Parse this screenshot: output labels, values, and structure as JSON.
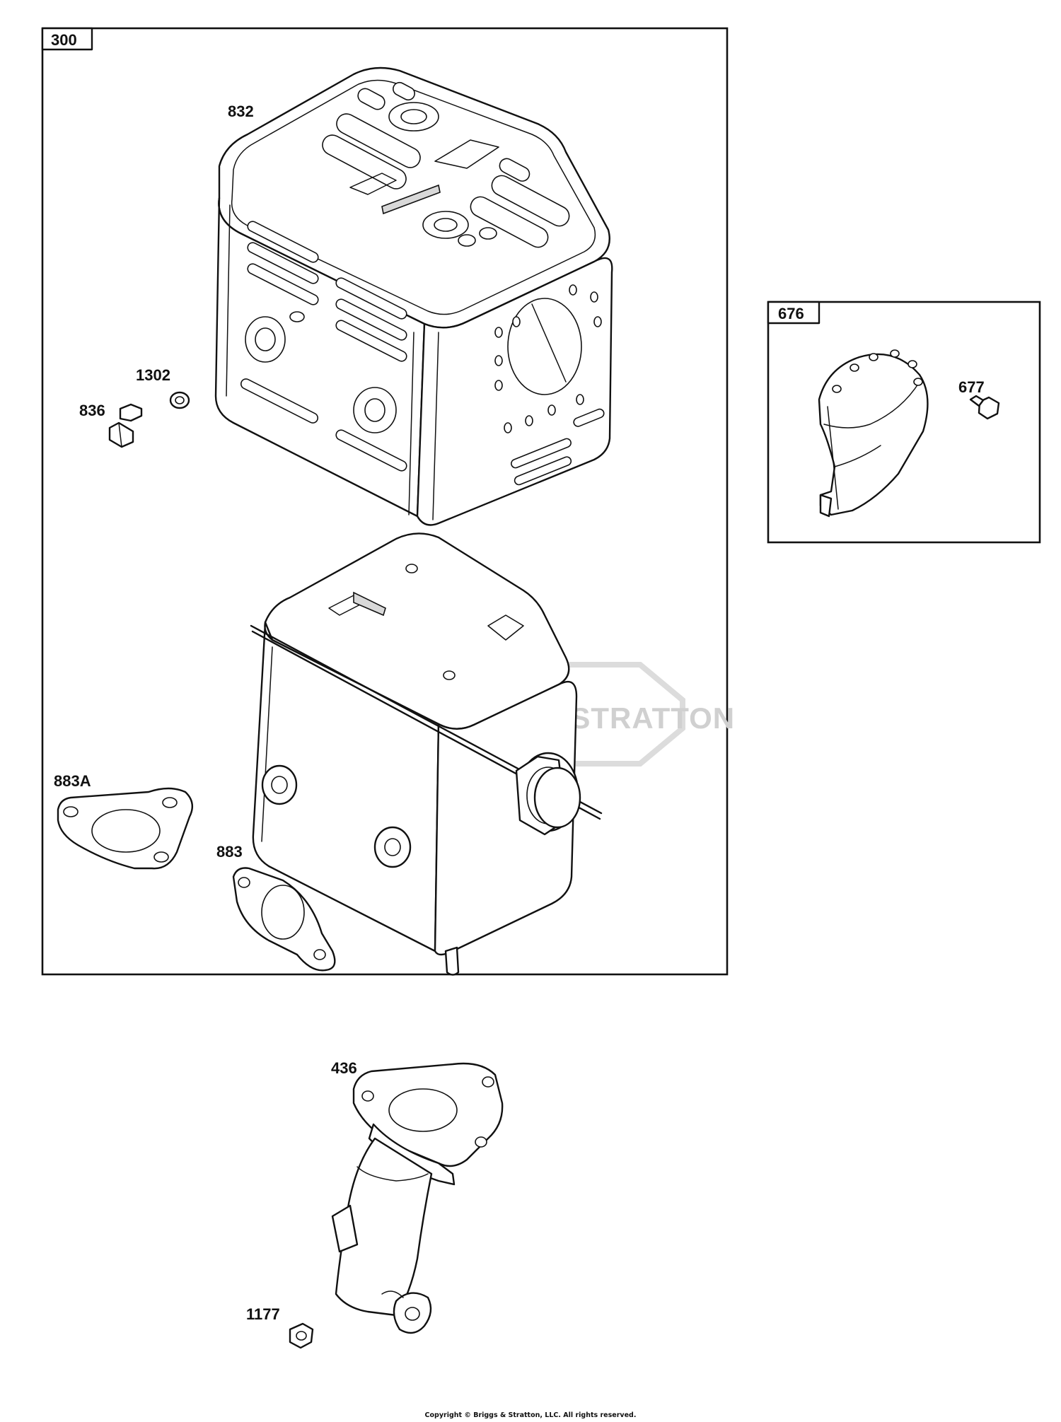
{
  "copyright": "Copyright © Briggs & Stratton, LLC. All rights reserved.",
  "watermark": "BRIGGS & STRATTON",
  "boxes": [
    {
      "id": "box-300",
      "label": "300"
    },
    {
      "id": "box-676",
      "label": "676"
    }
  ],
  "parts": [
    {
      "id": "832",
      "label": "832",
      "name": "muffler-guard"
    },
    {
      "id": "1302",
      "label": "1302",
      "name": "lock-washer"
    },
    {
      "id": "836",
      "label": "836",
      "name": "screw"
    },
    {
      "id": "883A",
      "label": "883A",
      "name": "gasket-883a"
    },
    {
      "id": "883",
      "label": "883",
      "name": "gasket-883"
    },
    {
      "id": "677",
      "label": "677",
      "name": "screw-677"
    },
    {
      "id": "436",
      "label": "436",
      "name": "exhaust-pipe"
    },
    {
      "id": "1177",
      "label": "1177",
      "name": "nut"
    }
  ]
}
